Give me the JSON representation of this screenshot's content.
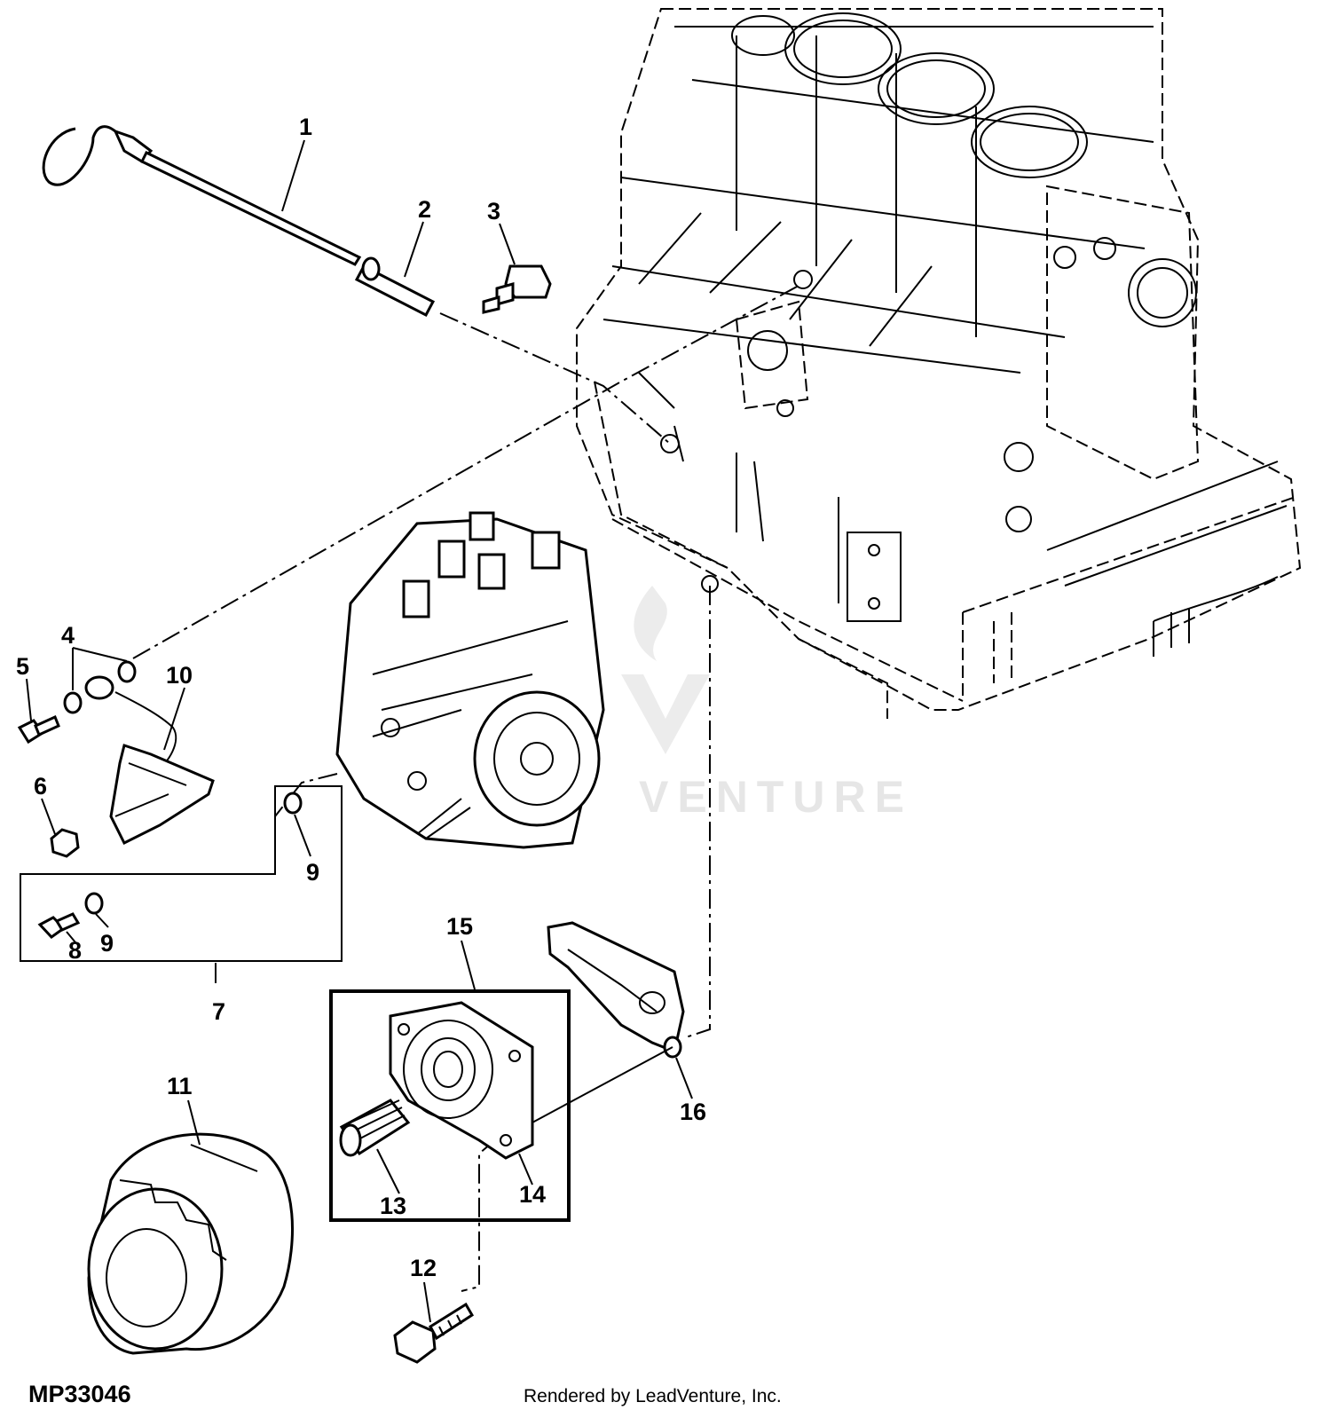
{
  "figure_id": "MP33046",
  "credit": "Rendered by LeadVenture, Inc.",
  "watermark": "VENTURE",
  "callouts": [
    "1",
    "2",
    "3",
    "4",
    "5",
    "6",
    "7",
    "8",
    "9",
    "9",
    "10",
    "11",
    "12",
    "13",
    "14",
    "15",
    "16"
  ]
}
